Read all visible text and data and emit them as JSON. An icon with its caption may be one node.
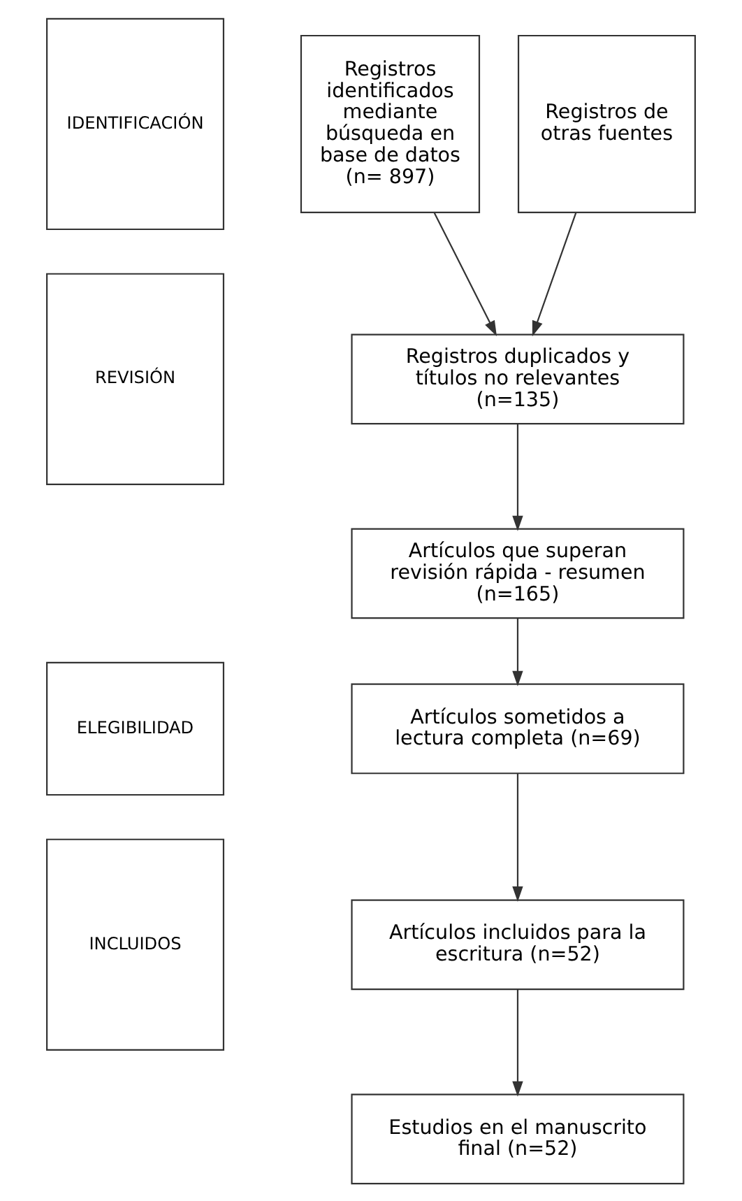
{
  "diagram": {
    "nodes": [
      {
        "text": [
          "IDENTIFICACIÓN"
        ]
      },
      {
        "text": [
          "Registros identificados mediante búsqueda en base de datos (n= 897)"
        ]
      },
      {
        "text": [
          "Registros de otras fuentes"
        ]
      },
      {
        "text": [
          "REVISIÓN"
        ]
      },
      {
        "text": [
          "Registros duplicados y títulos no relevantes (n=135)"
        ]
      },
      {
        "text": [
          "Artículos que superan revisión rápida - resumen (n=165)"
        ]
      },
      {
        "text": [
          "ELEGIBILIDAD"
        ]
      },
      {
        "text": [
          "Artículos sometidos a lectura completa (n=69)"
        ]
      },
      {
        "text": [
          "INCLUIDOS"
        ]
      },
      {
        "text": [
          "Artículos incluidos para la escritura (n=52)"
        ]
      },
      {
        "text": [
          "Estudios en el manuscrito final (n=52)"
        ]
      }
    ],
    "edges": [
      {
        "from": 1,
        "to": 4,
        "arrow": "to"
      },
      {
        "from": 2,
        "to": 4,
        "arrow": "to"
      },
      {
        "from": 4,
        "to": 5,
        "arrow": "to"
      },
      {
        "from": 5,
        "to": 7,
        "arrow": "to"
      },
      {
        "from": 7,
        "to": 9,
        "arrow": "to"
      },
      {
        "from": 9,
        "to": 10,
        "arrow": "to"
      }
    ]
  }
}
